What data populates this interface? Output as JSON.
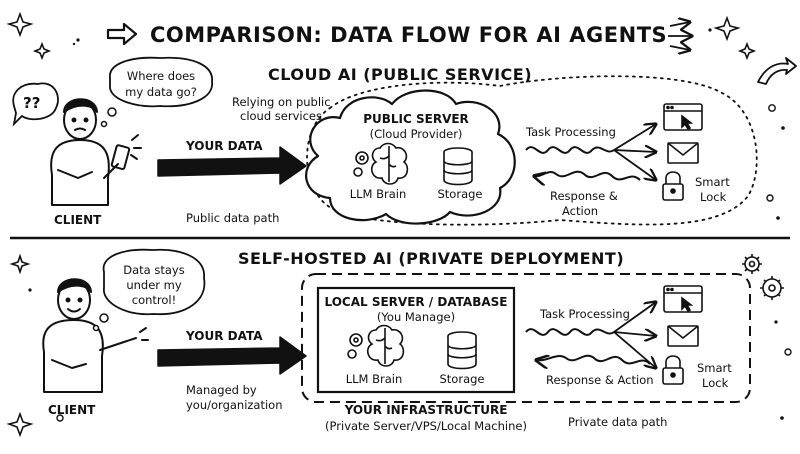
{
  "title": "COMPARISON: DATA FLOW FOR AI AGENTS",
  "cloud": {
    "heading": "CLOUD AI (PUBLIC SERVICE)",
    "bubble_line1": "Where does",
    "bubble_line2": "my data go?",
    "question_marks": "??",
    "client_label": "CLIENT",
    "relying_line1": "Relying on public",
    "relying_line2": "cloud services",
    "data_label": "YOUR DATA",
    "path_label": "Public data path",
    "server_title": "PUBLIC SERVER",
    "server_sub": "(Cloud Provider)",
    "brain_label": "LLM Brain",
    "storage_label": "Storage",
    "task_label": "Task Processing",
    "response_line1": "Response &",
    "response_line2": "Action",
    "lock_line1": "Smart",
    "lock_line2": "Lock"
  },
  "private": {
    "heading": "SELF-HOSTED AI (PRIVATE DEPLOYMENT)",
    "bubble_line1": "Data stays",
    "bubble_line2": "under my",
    "bubble_line3": "control!",
    "client_label": "CLIENT",
    "data_label": "YOUR DATA",
    "managed_line1": "Managed by",
    "managed_line2": "you/organization",
    "server_title": "LOCAL SERVER / DATABASE",
    "server_sub": "(You Manage)",
    "brain_label": "LLM Brain",
    "storage_label": "Storage",
    "task_label": "Task Processing",
    "response_label": "Response & Action",
    "lock_line1": "Smart",
    "lock_line2": "Lock",
    "infra_line1": "YOUR INFRASTRUCTURE",
    "infra_line2": "(Private Server/VPS/Local Machine)",
    "path_label": "Private data path"
  }
}
